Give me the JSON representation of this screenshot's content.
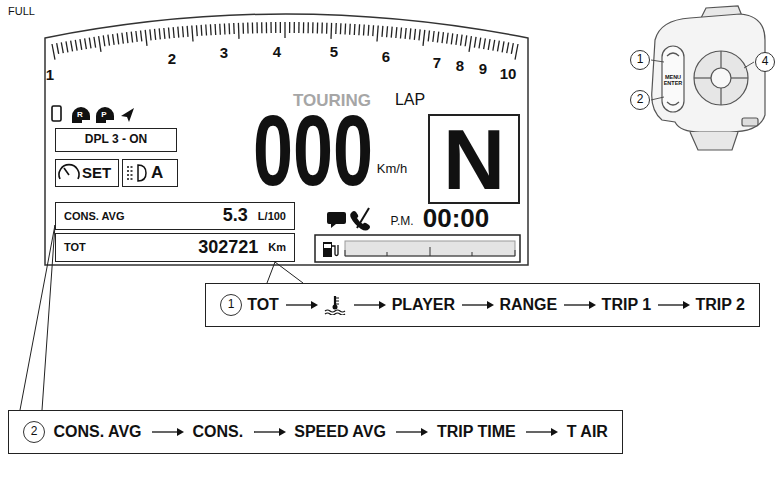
{
  "diagram": {
    "nodes": [
      {
        "text": [
          "DPL 3 - ON"
        ]
      },
      {
        "text": [
          "SET"
        ]
      },
      {
        "text": [
          "A"
        ]
      },
      {
        "text": [
          "N"
        ]
      },
      {
        "text": [
          "CONS. AVG",
          "5.3",
          "L/100"
        ]
      },
      {
        "text": [
          "TOT",
          "302721",
          "Km"
        ]
      },
      {
        "text": [
          "1"
        ]
      },
      {
        "text": [
          "2"
        ]
      },
      {
        "text": [
          "4"
        ]
      },
      {
        "text": [
          "TOT",
          "PLAYER",
          "RANGE",
          "TRIP 1",
          "TRIP 2"
        ]
      },
      {
        "text": [
          "1"
        ],
        "in": 9
      },
      {
        "text": [
          "CONS. AVG",
          "CONS.",
          "SPEED AVG",
          "TRIP TIME",
          "T AIR"
        ]
      },
      {
        "text": [
          "2"
        ],
        "in": 11
      }
    ],
    "edges": [
      {
        "from": 5,
        "to": 9,
        "arrow": "none"
      },
      {
        "from": 4,
        "to": 11,
        "arrow": "none"
      }
    ],
    "labels": [
      "FULL",
      "1",
      "2",
      "3",
      "4",
      "5",
      "6",
      "7",
      "8",
      "9",
      "10",
      "R",
      "P",
      "TOURING",
      "LAP",
      "000",
      "Km/h",
      "P.M.",
      "00:00",
      "MENU ENTER"
    ]
  }
}
